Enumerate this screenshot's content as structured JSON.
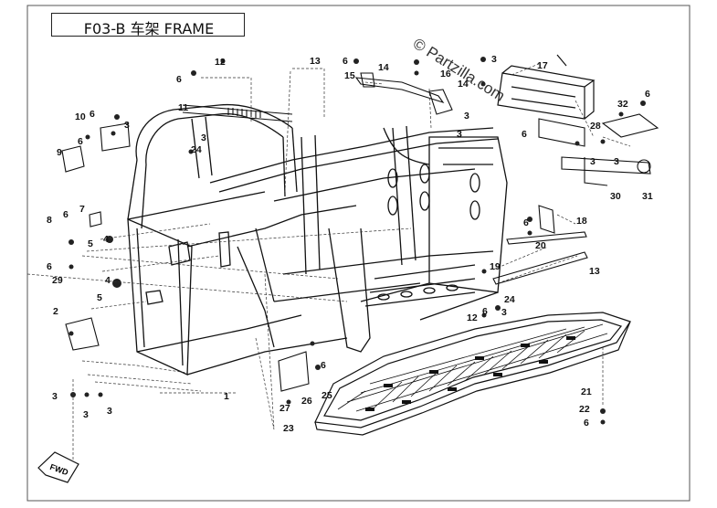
{
  "header": {
    "title": "F03-B 车架 FRAME"
  },
  "watermark": {
    "text": "© Partzilla.com"
  },
  "fwd_badge": {
    "label": "FWD"
  },
  "callouts": [
    {
      "id": "c12a",
      "label": "12"
    },
    {
      "id": "c6a",
      "label": "6"
    },
    {
      "id": "c13a",
      "label": "13"
    },
    {
      "id": "c6b",
      "label": "6"
    },
    {
      "id": "c14a",
      "label": "14"
    },
    {
      "id": "c15",
      "label": "15"
    },
    {
      "id": "c16",
      "label": "16"
    },
    {
      "id": "c3a",
      "label": "3"
    },
    {
      "id": "c17",
      "label": "17"
    },
    {
      "id": "c14b",
      "label": "14"
    },
    {
      "id": "c3b",
      "label": "3"
    },
    {
      "id": "c3c",
      "label": "3"
    },
    {
      "id": "c11",
      "label": "11"
    },
    {
      "id": "c10",
      "label": "10"
    },
    {
      "id": "c6c",
      "label": "6"
    },
    {
      "id": "c3d",
      "label": "3"
    },
    {
      "id": "c32",
      "label": "32"
    },
    {
      "id": "c6d",
      "label": "6"
    },
    {
      "id": "c9",
      "label": "9"
    },
    {
      "id": "c6e",
      "label": "6"
    },
    {
      "id": "c24a",
      "label": "24"
    },
    {
      "id": "c3e",
      "label": "3"
    },
    {
      "id": "c28",
      "label": "28"
    },
    {
      "id": "c6f",
      "label": "6"
    },
    {
      "id": "c3f",
      "label": "3"
    },
    {
      "id": "c3g",
      "label": "3"
    },
    {
      "id": "c30",
      "label": "30"
    },
    {
      "id": "c31",
      "label": "31"
    },
    {
      "id": "c7",
      "label": "7"
    },
    {
      "id": "c8",
      "label": "8"
    },
    {
      "id": "c6g",
      "label": "6"
    },
    {
      "id": "c18",
      "label": "18"
    },
    {
      "id": "c6h",
      "label": "6"
    },
    {
      "id": "c4a",
      "label": "4"
    },
    {
      "id": "c5a",
      "label": "5"
    },
    {
      "id": "c20",
      "label": "20"
    },
    {
      "id": "c6i",
      "label": "6"
    },
    {
      "id": "c29",
      "label": "29"
    },
    {
      "id": "c4b",
      "label": "4"
    },
    {
      "id": "c19",
      "label": "19"
    },
    {
      "id": "c13b",
      "label": "13"
    },
    {
      "id": "c5b",
      "label": "5"
    },
    {
      "id": "c24b",
      "label": "24"
    },
    {
      "id": "c2",
      "label": "2"
    },
    {
      "id": "c12b",
      "label": "12"
    },
    {
      "id": "c6j",
      "label": "6"
    },
    {
      "id": "c3h",
      "label": "3"
    },
    {
      "id": "c1",
      "label": "1"
    },
    {
      "id": "c6k",
      "label": "6"
    },
    {
      "id": "c26",
      "label": "26"
    },
    {
      "id": "c27",
      "label": "27"
    },
    {
      "id": "c25",
      "label": "25"
    },
    {
      "id": "c21",
      "label": "21"
    },
    {
      "id": "c22",
      "label": "22"
    },
    {
      "id": "c6l",
      "label": "6"
    },
    {
      "id": "c3i",
      "label": "3"
    },
    {
      "id": "c3j",
      "label": "3"
    },
    {
      "id": "c3k",
      "label": "3"
    },
    {
      "id": "c23",
      "label": "23"
    }
  ]
}
